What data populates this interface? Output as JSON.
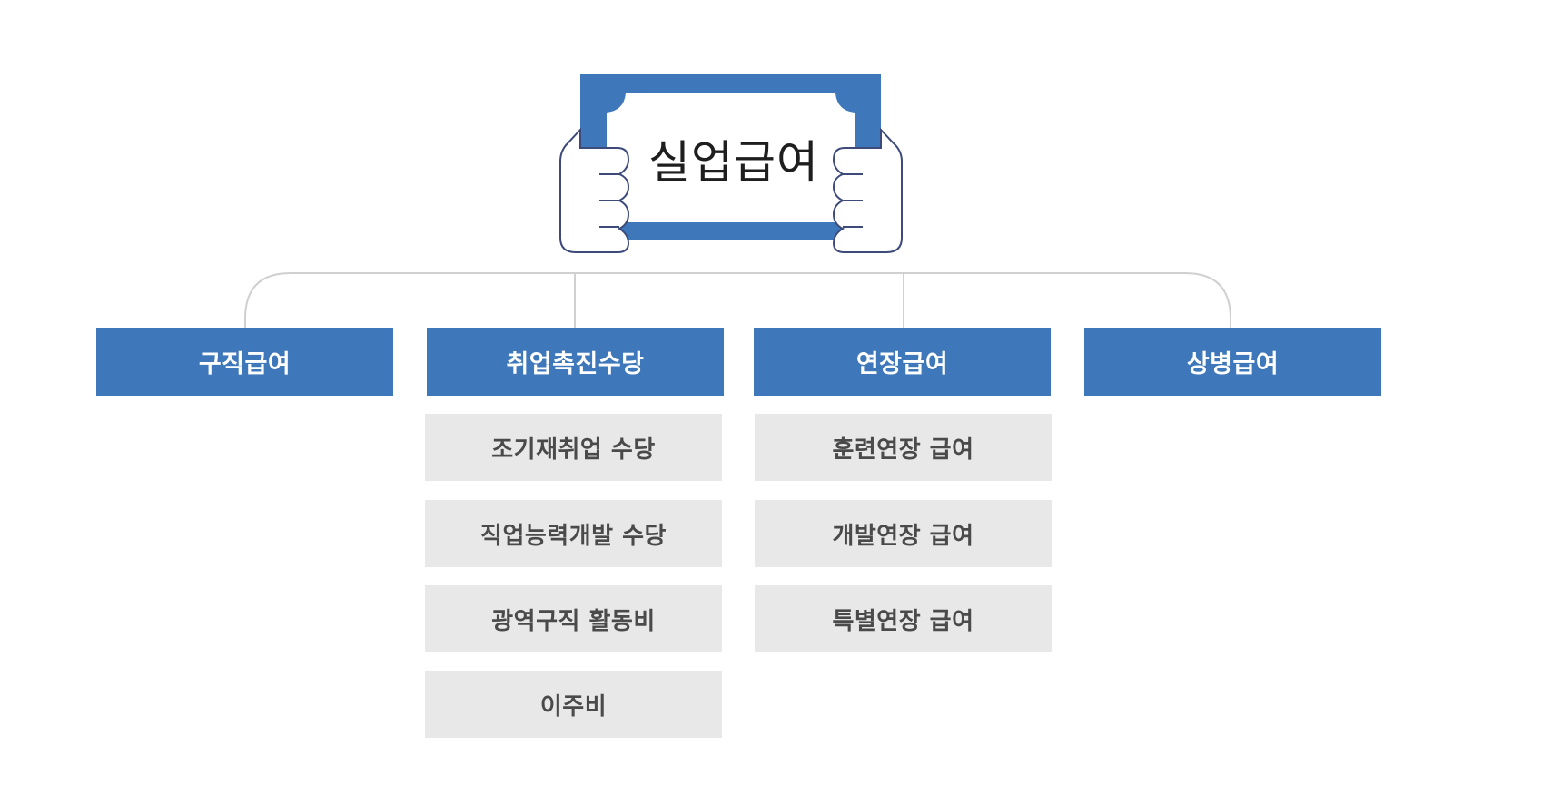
{
  "diagram": {
    "title": "실업급여",
    "colors": {
      "primary_blue": "#3f78ba",
      "sub_item_bg": "#e8e8e8",
      "sub_item_text": "#4a4a4a",
      "connector": "#d0d0d0",
      "hand_outline": "#3d4a7a"
    },
    "categories": [
      {
        "label": "구직급여",
        "items": []
      },
      {
        "label": "취업촉진수당",
        "items": [
          "조기재취업 수당",
          "직업능력개발 수당",
          "광역구직 활동비",
          "이주비"
        ]
      },
      {
        "label": "연장급여",
        "items": [
          "훈련연장 급여",
          "개발연장 급여",
          "특별연장 급여"
        ]
      },
      {
        "label": "상병급여",
        "items": []
      }
    ]
  }
}
